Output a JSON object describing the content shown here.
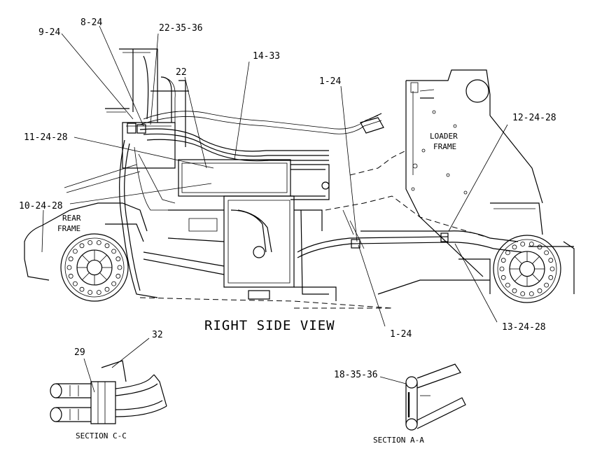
{
  "view_title": "RIGHT SIDE VIEW",
  "rear_frame_label": [
    "REAR",
    "FRAME"
  ],
  "loader_frame_label": [
    "LOADER",
    "FRAME"
  ],
  "callouts": {
    "c_9_24": "9-24",
    "c_8_24": "8-24",
    "c_22_35_36": "22-35-36",
    "c_14_33": "14-33",
    "c_22": "22",
    "c_1_24_top": "1-24",
    "c_12_24_28": "12-24-28",
    "c_11_24_28": "11-24-28",
    "c_10_24_28": "10-24-28",
    "c_1_24_bottom": "1-24",
    "c_13_24_28": "13-24-28",
    "c_32": "32",
    "c_29": "29",
    "c_18_35_36": "18-35-36"
  },
  "section_cc": "SECTION C-C",
  "section_aa": "SECTION A-A"
}
